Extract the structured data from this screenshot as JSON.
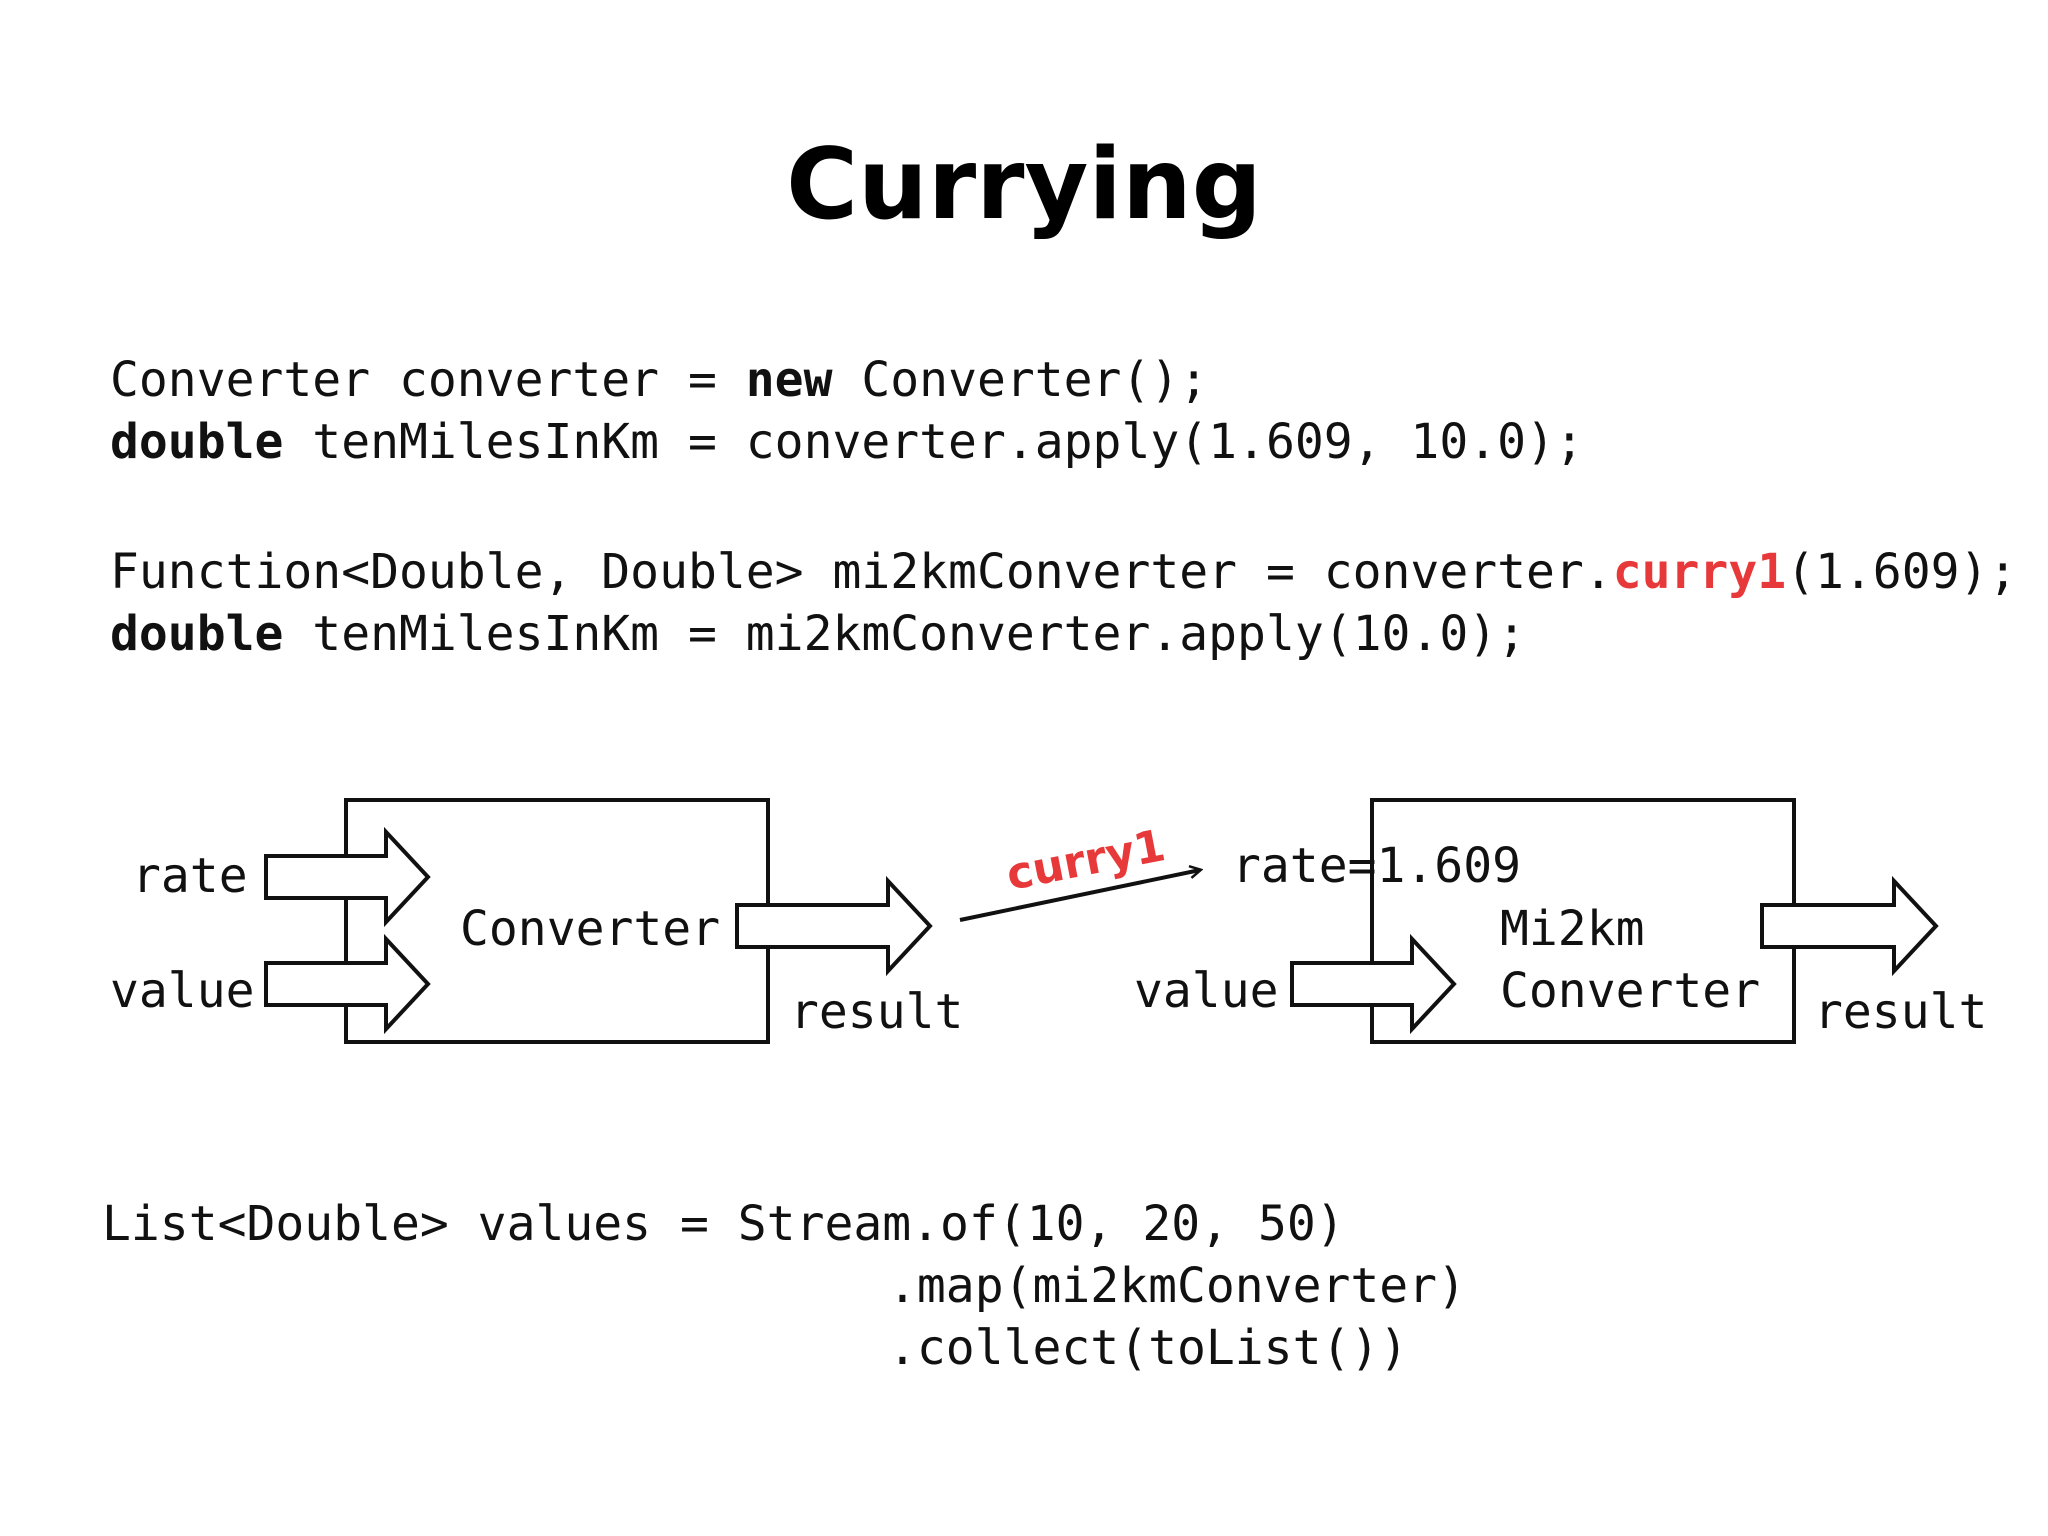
{
  "title": "Currying",
  "code_block_1": {
    "line1": {
      "a": "Converter converter = ",
      "kw": "new",
      "b": " Converter();"
    },
    "line2": {
      "kw": "double",
      "b": " tenMilesInKm = converter.apply(1.609, 10.0);"
    }
  },
  "code_block_2": {
    "line1": {
      "a": "Function<Double, Double> mi2kmConverter = converter.",
      "hl": "curry1",
      "b": "(1.609);"
    },
    "line2": {
      "kw": "double",
      "b": " tenMilesInKm = mi2kmConverter.apply(10.0);"
    }
  },
  "diagram": {
    "left_box": {
      "label": "Converter",
      "inputs": [
        "rate",
        "value"
      ],
      "output": "result"
    },
    "transition_label": "curry1",
    "right_box": {
      "label_line1": "Mi2km",
      "label_line2": "Converter",
      "fixed_input": "rate=1.609",
      "input": "value",
      "output": "result"
    },
    "colors": {
      "stroke": "#111111",
      "highlight": "#e8393a"
    }
  },
  "code_block_3": {
    "line1": "List<Double> values = Stream.of(10, 20, 50)",
    "line2": ".map(mi2kmConverter)",
    "line3": ".collect(toList())"
  }
}
